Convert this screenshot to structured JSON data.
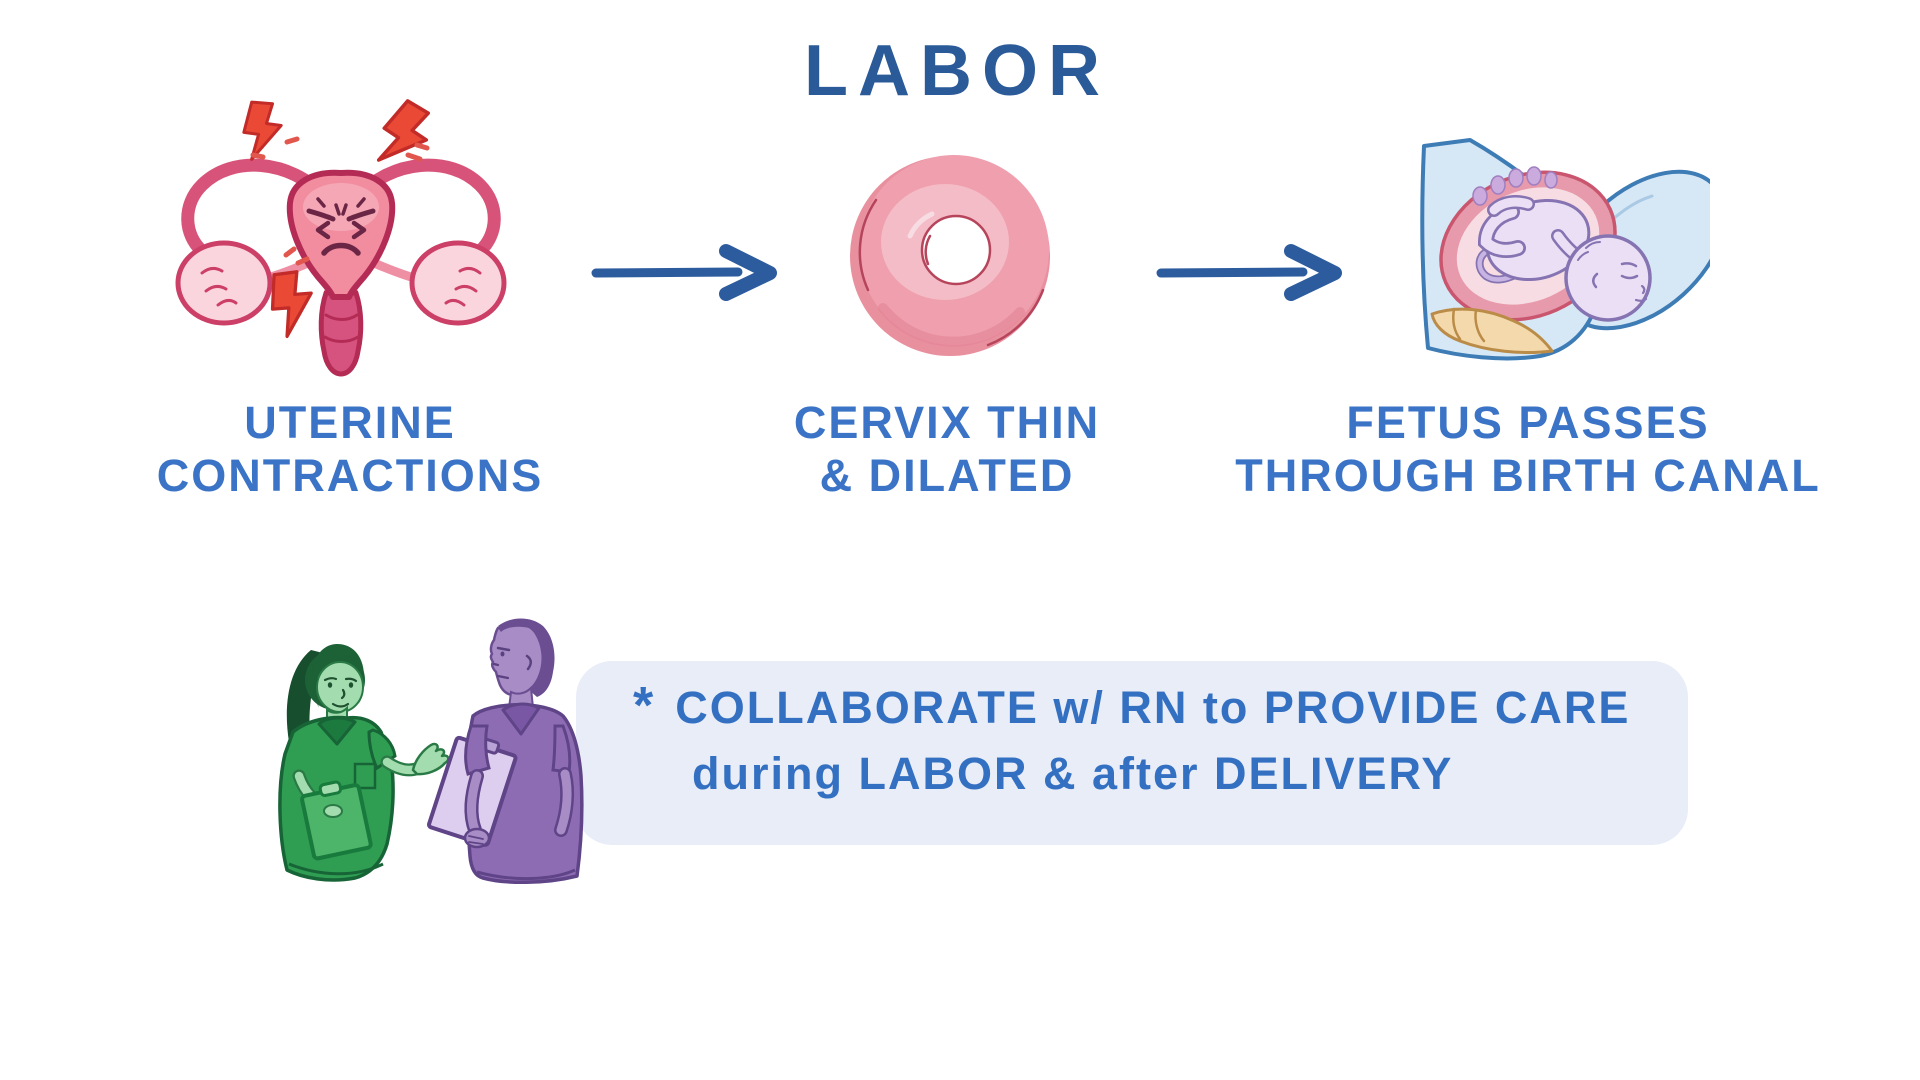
{
  "title": "LABOR",
  "flow": {
    "steps": [
      {
        "illustration": "angry-uterus-with-contraction-bolts",
        "label_line1": "UTERINE",
        "label_line2": "CONTRACTIONS"
      },
      {
        "illustration": "thinned-dilated-cervix",
        "label_line1": "CERVIX THIN",
        "label_line2": "& DILATED"
      },
      {
        "illustration": "fetus-descending-birth-canal",
        "label_line1": "FETUS PASSES",
        "label_line2": "THROUGH BIRTH CANAL"
      }
    ]
  },
  "note": {
    "bullet": "*",
    "line1": "COLLABORATE w/ RN to PROVIDE CARE",
    "line2": "during LABOR & after DELIVERY"
  },
  "colors": {
    "title_blue": "#2b5a99",
    "label_blue": "#3b74c6",
    "note_text_blue": "#3470c2",
    "note_box_bg": "#e8edf7",
    "arrow_blue": "#2d5c9e",
    "uterus_pink": "#f28da0",
    "bolt_red": "#ea4a35",
    "cervix_pink": "#ec9aa9",
    "body_blue": "#d6e7f5",
    "fetus_lavender": "#eadff5",
    "bone_tan": "#f3d9ab",
    "scrubs_green": "#2f9e52",
    "scrubs_purple": "#8e6cb4"
  }
}
